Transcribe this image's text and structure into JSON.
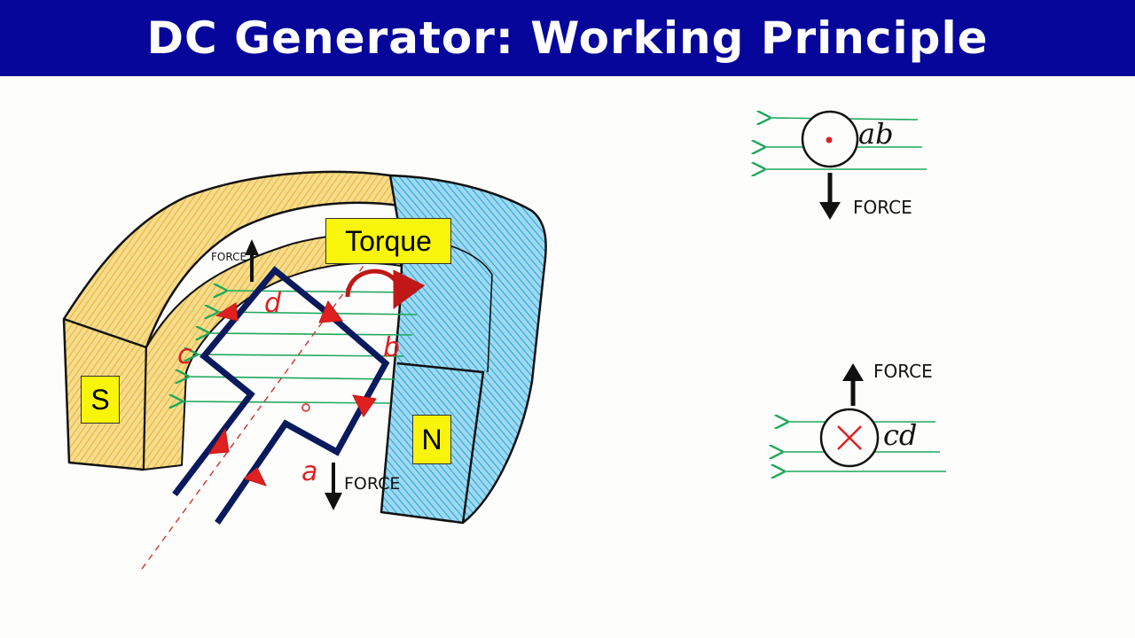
{
  "title": "DC Generator: Working Principle",
  "labels": {
    "torque": "Torque",
    "south": "S",
    "north": "N",
    "force": "FORCE",
    "a": "a",
    "b": "b",
    "c": "c",
    "d": "d",
    "ab": "ab",
    "cd": "cd"
  },
  "colors": {
    "title_bg": "#07069b",
    "south_pole": "#f0c65a",
    "north_pole": "#3fb2e0",
    "coil": "#0a1a5c",
    "field_lines": "#1ea85a",
    "current_arrows": "#e02020",
    "label_box": "#f8f40a"
  }
}
